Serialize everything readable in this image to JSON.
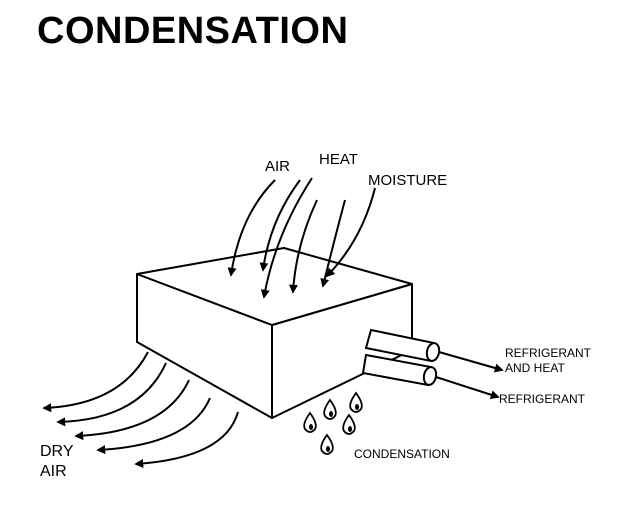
{
  "title": "CONDENSATION",
  "labels": {
    "air": "AIR",
    "heat": "HEAT",
    "moisture": "MOISTURE",
    "refrigerant_and_heat_line1": "REFRIGERANT",
    "refrigerant_and_heat_line2": "AND HEAT",
    "refrigerant": "REFRIGERANT",
    "dry_air_line1": "DRY",
    "dry_air_line2": "AIR",
    "condensation": "CONDENSATION"
  },
  "colors": {
    "ink": "#000000",
    "background": "#ffffff"
  }
}
